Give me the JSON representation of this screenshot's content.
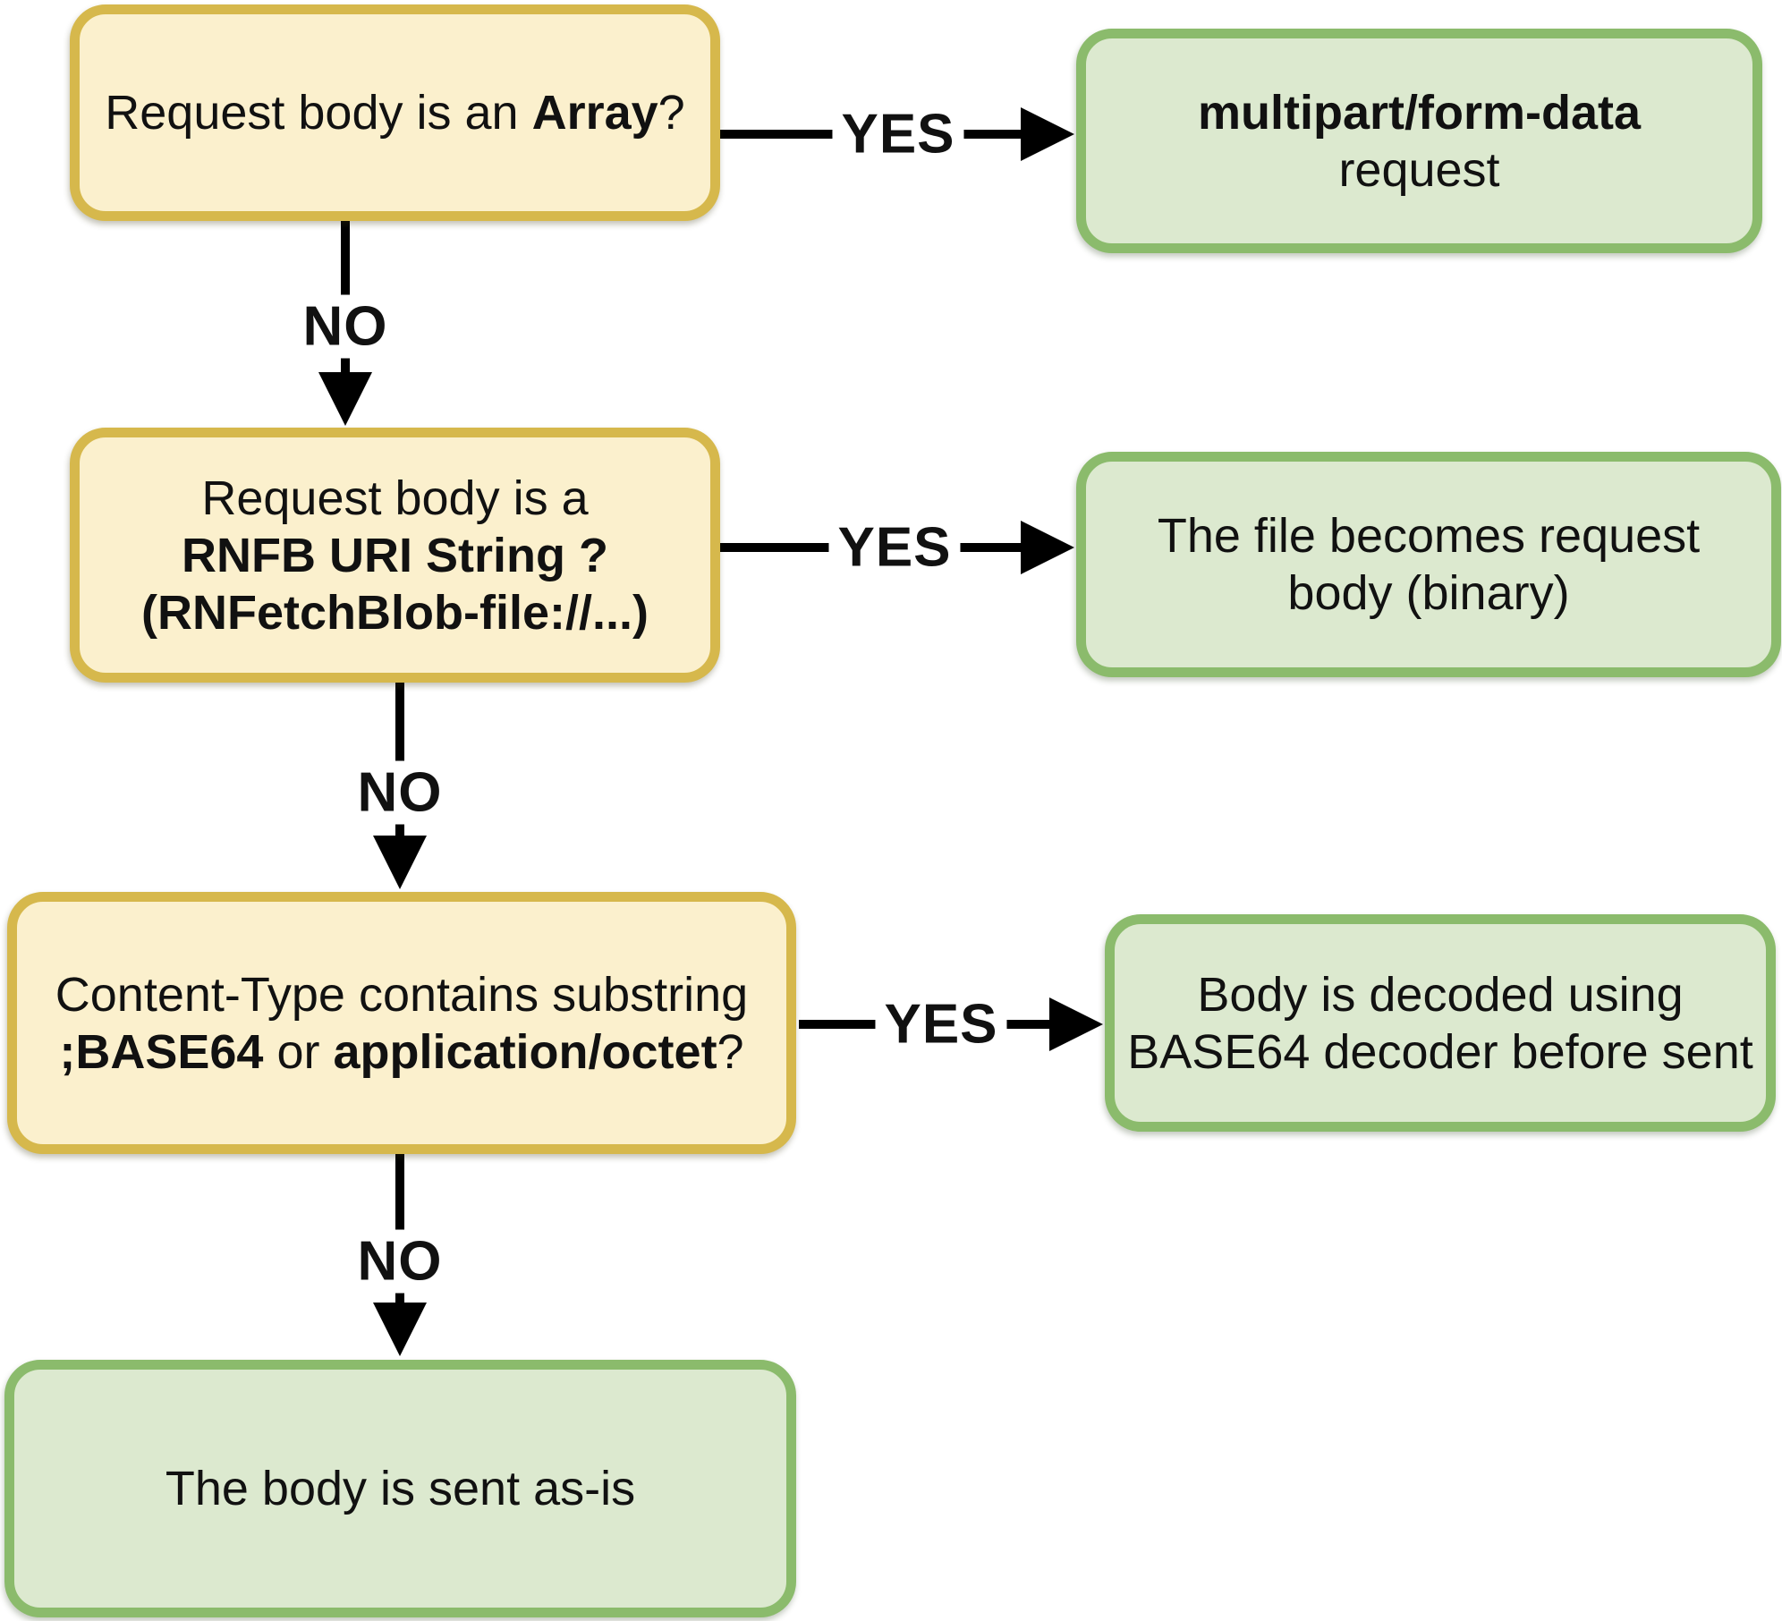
{
  "flow": {
    "q1": {
      "role": "question",
      "lines": [
        [
          {
            "t": "Request body is an ",
            "b": false
          },
          {
            "t": "Array",
            "b": true
          },
          {
            "t": "?",
            "b": false
          }
        ]
      ]
    },
    "q2": {
      "role": "question",
      "lines": [
        [
          {
            "t": "Request body is a",
            "b": false
          }
        ],
        [
          {
            "t": "RNFB URI String ?",
            "b": true
          }
        ],
        [
          {
            "t": "(RNFetchBlob-file://...)",
            "b": true
          }
        ]
      ]
    },
    "q3": {
      "role": "question",
      "lines": [
        [
          {
            "t": "Content-Type contains substring",
            "b": false
          }
        ],
        [
          {
            "t": ";BASE64",
            "b": true
          },
          {
            "t": " or ",
            "b": false
          },
          {
            "t": "application/octet",
            "b": true
          },
          {
            "t": "?",
            "b": false
          }
        ]
      ]
    },
    "r1": {
      "role": "result",
      "lines": [
        [
          {
            "t": "multipart/form-data",
            "b": true
          }
        ],
        [
          {
            "t": "request",
            "b": false
          }
        ]
      ]
    },
    "r2": {
      "role": "result",
      "lines": [
        [
          {
            "t": "The file becomes request",
            "b": false
          }
        ],
        [
          {
            "t": "body (binary)",
            "b": false
          }
        ]
      ]
    },
    "r3": {
      "role": "result",
      "lines": [
        [
          {
            "t": "Body is decoded using",
            "b": false
          }
        ],
        [
          {
            "t": "BASE64 decoder before sent",
            "b": false
          }
        ]
      ]
    },
    "r4": {
      "role": "result",
      "lines": [
        [
          {
            "t": "The body is sent as-is",
            "b": false
          }
        ]
      ]
    },
    "labels": {
      "yes": "YES",
      "no": "NO"
    }
  },
  "colors": {
    "question-fill": "#FBF0CD",
    "question-border": "#D6B84C",
    "result-fill": "#DCE9CF",
    "result-border": "#8BBB6C",
    "arrow": "#000000",
    "text": "#111111"
  }
}
